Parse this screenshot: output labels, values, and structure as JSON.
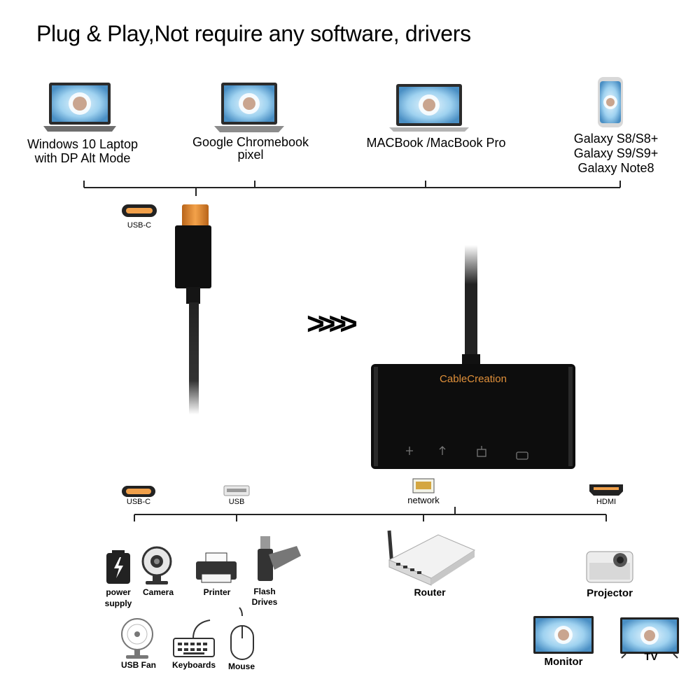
{
  "headline": "Plug & Play,Not require any software, drivers",
  "sources": [
    {
      "label_lines": [
        "Windows 10 Laptop",
        "with DP Alt Mode"
      ],
      "icon": "laptop-icon"
    },
    {
      "label_lines": [
        "Google Chromebook",
        "pixel"
      ],
      "icon": "chromebook-icon"
    },
    {
      "label_lines": [
        "MACBook /MacBook Pro"
      ],
      "icon": "macbook-icon"
    },
    {
      "label_lines": [
        "Galaxy S8/S8+",
        "Galaxy S9/S9+",
        "Galaxy Note8"
      ],
      "icon": "phone-icon"
    }
  ],
  "input_port": {
    "label": "USB-C",
    "icon": "usb-c-port-icon"
  },
  "adapter": {
    "brand": "CableCreation",
    "brand_color": "#e0903a",
    "body_color": "#0d0d0d"
  },
  "direction_arrows": ">>>>",
  "output_ports": [
    {
      "label": "USB-C",
      "icon": "usb-c-port-icon"
    },
    {
      "label": "USB",
      "icon": "usb-a-port-icon"
    },
    {
      "label": "network",
      "icon": "ethernet-port-icon"
    },
    {
      "label": "HDMI",
      "icon": "hdmi-port-icon"
    }
  ],
  "usb_devices": {
    "power_supply": [
      "power",
      "supply"
    ],
    "camera": "Camera",
    "printer": "Printer",
    "flash_drives": [
      "Flash",
      "Drives"
    ],
    "usb_fan": "USB Fan",
    "keyboards": "Keyboards",
    "mouse": "Mouse"
  },
  "network_devices": {
    "router": "Router"
  },
  "hdmi_devices": {
    "projector": "Projector",
    "monitor": "Monitor",
    "tv": "TV"
  }
}
